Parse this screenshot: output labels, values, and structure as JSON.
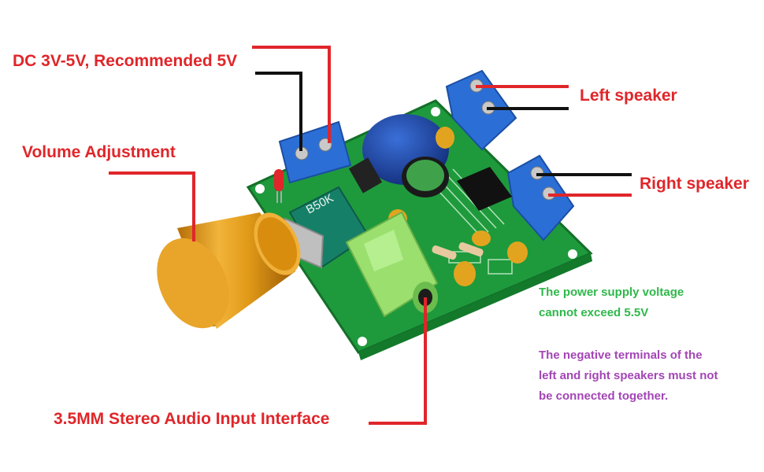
{
  "labels": {
    "power": "DC 3V-5V, Recommended 5V",
    "volume": "Volume Adjustment",
    "left_speaker": "Left speaker",
    "right_speaker": "Right speaker",
    "audio_input": "3.5MM Stereo Audio Input Interface"
  },
  "board_markings": {
    "potentiometer": "B50K"
  },
  "notes": {
    "voltage_line1": "The power supply voltage",
    "voltage_line2": "cannot exceed 5.5V",
    "speakers_line1": "The negative terminals of the",
    "speakers_line2": "left and right speakers must not",
    "speakers_line3": "be connected together."
  },
  "colors": {
    "label_red": "#e0262a",
    "note_green": "#2fb84a",
    "note_purple": "#a345b6",
    "pcb_green": "#1e9a3c",
    "terminal_blue": "#2b6fd6",
    "knob_gold": "#d9950e",
    "jack_green": "#9be06f"
  }
}
